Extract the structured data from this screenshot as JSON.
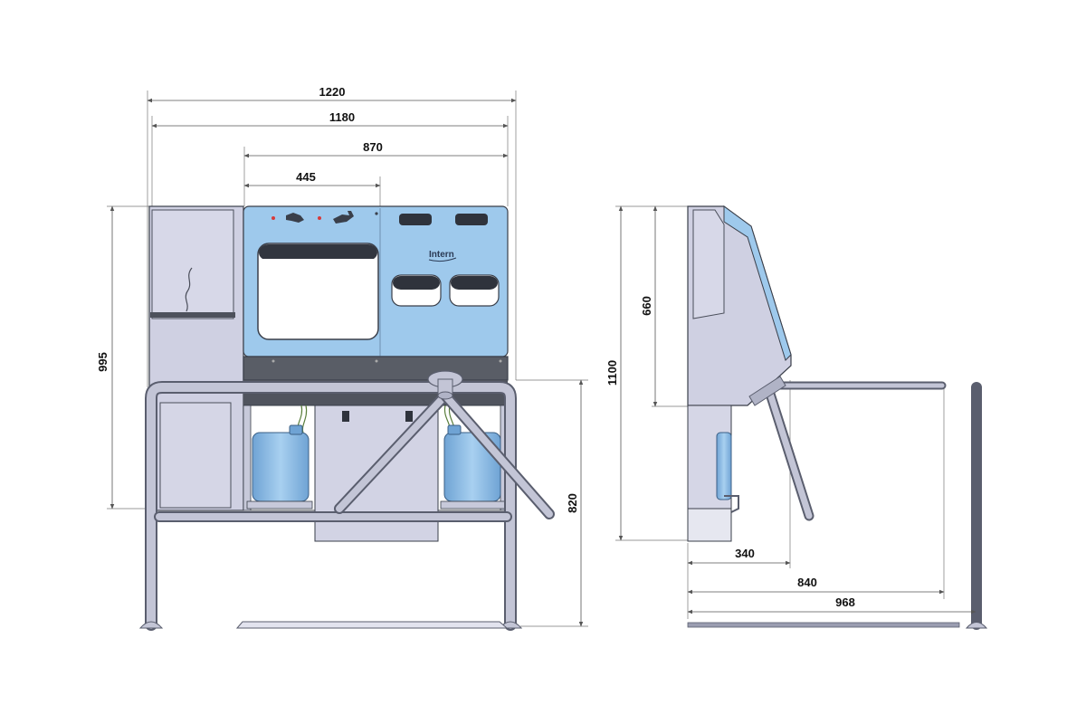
{
  "front_view": {
    "dimensions": {
      "overall_width": "1220",
      "body_width": "1180",
      "sink_width": "870",
      "basin_width": "445",
      "overall_height": "995",
      "turnstile_height": "820"
    },
    "logo_text": "Intern"
  },
  "side_view": {
    "dimensions": {
      "height": "1100",
      "panel_height": "660",
      "arm_reach": "340",
      "bar_reach": "840",
      "overall_depth": "968"
    }
  },
  "colors": {
    "panel_blue": "#9ec9ec",
    "panel_gray": "#cfd0e2",
    "dark_strip": "#595d66",
    "tube": "#b9bccd",
    "tube_edge": "#5a5e6e",
    "canister": "#86b6e0"
  }
}
